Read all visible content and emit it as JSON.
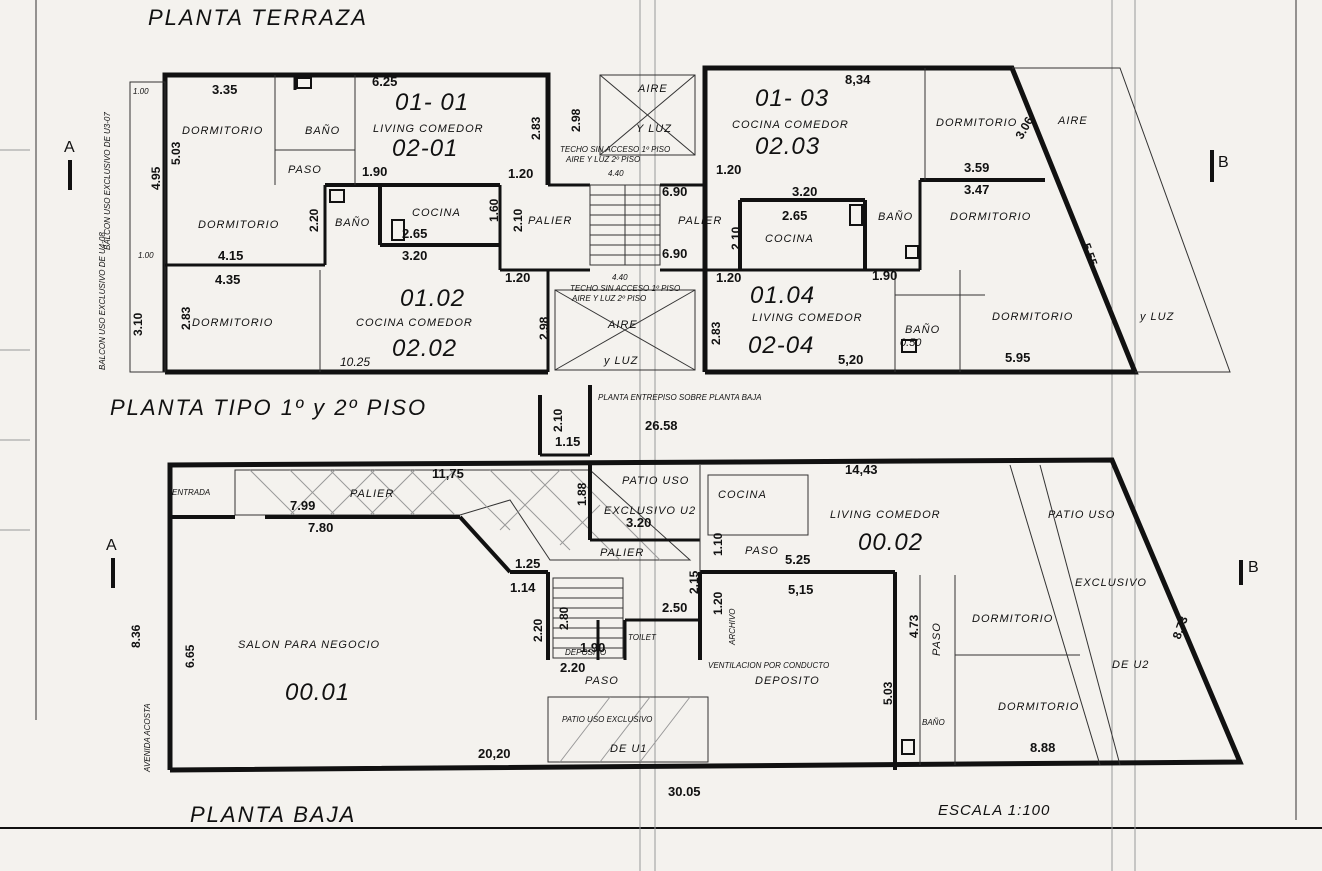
{
  "titles": {
    "terraza": "PLANTA TERRAZA",
    "tipo": "PLANTA TIPO 1º y 2º PISO",
    "baja": "PLANTA BAJA",
    "escala": "ESCALA 1:100"
  },
  "units": {
    "u0101": "01- 01",
    "u0201": "02-01",
    "u0102": "01.02",
    "u0202": "02.02",
    "u0103": "01- 03",
    "u0203": "02.03",
    "u0104": "01.04",
    "u0204": "02-04",
    "u0001": "00.01",
    "u0002": "00.02"
  },
  "rooms": {
    "dorm_a1": "DORMITORIO",
    "bano_a": "BAÑO",
    "living_a": "LIVING COMEDOR",
    "paso_a": "PASO",
    "dorm_a2": "DORMITORIO",
    "bano_a2": "BAÑO",
    "cocina_a": "COCINA",
    "palier_a": "PALIER",
    "dorm_a3": "DORMITORIO",
    "cocina_com_a": "COCINA COMEDOR",
    "aire_luz_top": "AIRE",
    "luz_top": "Y LUZ",
    "cocina_com_b": "COCINA COMEDOR",
    "dorm_b1": "DORMITORIO",
    "aire_b": "AIRE",
    "palier_b": "PALIER",
    "cocina_b": "COCINA",
    "bano_b": "BAÑO",
    "dorm_b2": "DORMITORIO",
    "living_b": "LIVING COMEDOR",
    "bano_b2": "BAÑO",
    "dorm_b3": "DORMITORIO",
    "yluz_b": "y LUZ",
    "aire_mid": "AIRE",
    "luz_mid": "y LUZ",
    "techo1": "TECHO SIN ACCESO 1º PISO",
    "techo1b": "AIRE Y LUZ 2º PISO",
    "techo2": "TECHO SIN ACCESO 1º PISO",
    "techo2b": "AIRE Y LUZ 2º PISO",
    "balcon1": "BALCON USO EXCLUSIVO DE U3-07",
    "balcon2": "BALCON USO EXCLUSIVO DE U4-08",
    "entrepiso": "PLANTA ENTREPISO SOBRE PLANTA BAJA",
    "entrada": "ENTRADA",
    "palier_pb": "PALIER",
    "patio_u2": "PATIO USO",
    "exclusivo_u2": "EXCLUSIVO U2",
    "cocina_pb": "COCINA",
    "living_pb": "LIVING COMEDOR",
    "patio_uso_r": "PATIO USO",
    "exclusivo_r": "EXCLUSIVO",
    "de_u2": "DE U2",
    "palier_pb2": "PALIER",
    "paso_pb": "PASO",
    "salon": "SALON PARA NEGOCIO",
    "deposito": "DEPOSITO",
    "toilet": "TOILET",
    "archivo": "ARCHIVO",
    "paso_pb2": "PASO",
    "paso_pb3": "PASO",
    "dorm_pb1": "DORMITORIO",
    "dorm_pb2": "DORMITORIO",
    "bano_pb": "BAÑO",
    "ventilacion": "VENTILACION POR CONDUCTO",
    "deposito2": "DEPOSITO",
    "patio_u1": "PATIO USO EXCLUSIVO",
    "de_u1": "DE U1",
    "avenida": "AVENIDA ACOSTA"
  },
  "dims": {
    "d335": "3.35",
    "d625": "6.25",
    "d834": "8,34",
    "d100a": "1.00",
    "d495": "4.95",
    "d503": "5.03",
    "d190": "1.90",
    "d265a": "2.65",
    "d415": "4.15",
    "d100b": "1.00",
    "d435": "4.35",
    "d320a": "3.20",
    "d440a": "4.40",
    "d690a": "6.90",
    "d690b": "6.90",
    "d440b": "4.40",
    "d120a": "1.20",
    "d120b": "1.20",
    "d120c": "1.20",
    "d120d": "1.20",
    "d320b": "3.20",
    "d359": "3.59",
    "d347": "3.47",
    "d265b": "2.65",
    "d555": "5.55",
    "d190b": "1.90",
    "d310": "3.10",
    "d283a": "2.83",
    "d1025": "10.25",
    "d520": "5,20",
    "d595": "5.95",
    "d283b": "2.83",
    "d298a": "2.98",
    "d298b": "2.98",
    "d283c": "2.83",
    "d2658": "26.58",
    "d1175": "11,75",
    "d1443": "14,43",
    "d799": "7.99",
    "d780": "7.80",
    "d525": "5.25",
    "d515": "5,15",
    "d665": "6.65",
    "d836": "8.36",
    "d2020": "20,20",
    "d3005": "30.05",
    "d888": "8.88",
    "d873": "8.73",
    "d503b": "5.03",
    "d473": "4.73",
    "d125": "1.25",
    "d114": "1.14",
    "d220a": "2.20",
    "d220b": "2.20",
    "d250": "2.50",
    "d188": "1.88",
    "d320c": "3.20",
    "d280": "2.80",
    "d190c": "1.90",
    "d215": "2.15",
    "d110": "1.10",
    "d120e": "1.20",
    "d306": "3.06",
    "d210a": "2.10",
    "d210b": "2.10",
    "d210c": "2.10",
    "d160": "1.60",
    "d050": "0.50",
    "d115": "1.15",
    "d220c": "2.20"
  },
  "labels": {
    "markA": "A",
    "markB": "B",
    "markA2": "A",
    "markB2": "B"
  }
}
